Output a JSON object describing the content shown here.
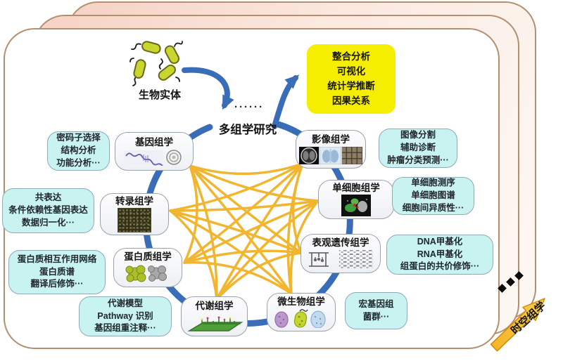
{
  "hero": {
    "label": "生物实体"
  },
  "center": {
    "dots": "······",
    "title": "多组学研究"
  },
  "output_box": {
    "lines": [
      "整合分析",
      "可视化",
      "统计学推断",
      "因果关系"
    ]
  },
  "nodes": [
    {
      "label": "基因组学"
    },
    {
      "label": "影像组学"
    },
    {
      "label": "转录组学"
    },
    {
      "label": "单细胞组学"
    },
    {
      "label": "蛋白质组学"
    },
    {
      "label": "表观遗传组学"
    },
    {
      "label": "代谢组学"
    },
    {
      "label": "微生物组学"
    }
  ],
  "side_boxes": [
    {
      "lines": [
        "密码子选择",
        "结构分析",
        "功能分析···"
      ]
    },
    {
      "lines": [
        "图像分割",
        "辅助诊断",
        "肿瘤分类预测···"
      ]
    },
    {
      "lines": [
        "共表达",
        "条件依赖性基因表达",
        "数据归一化···"
      ]
    },
    {
      "lines": [
        "单细胞测序",
        "单细胞图谱",
        "细胞间异质性···"
      ]
    },
    {
      "lines": [
        "蛋白质相互作用网络",
        "蛋白质谱",
        "翻译后修饰···"
      ]
    },
    {
      "lines": [
        "DNA甲基化",
        "RNA甲基化",
        "组蛋白的共价修饰···"
      ]
    },
    {
      "lines": [
        "代谢模型",
        "Pathway 识别",
        "基因组重注释···"
      ]
    },
    {
      "lines": [
        "宏基因组",
        "菌群···"
      ]
    }
  ],
  "spatiotemporal": {
    "label": "时空组学"
  },
  "colors": {
    "card_border": "#b2906f",
    "card_fill": "#f5d2c4",
    "blue_arrow": "#3a6db8",
    "web_yellow": "#f1b52f",
    "highlight_yellow": "#f5ee00",
    "annotation_cyan": "#c8f3f1"
  }
}
